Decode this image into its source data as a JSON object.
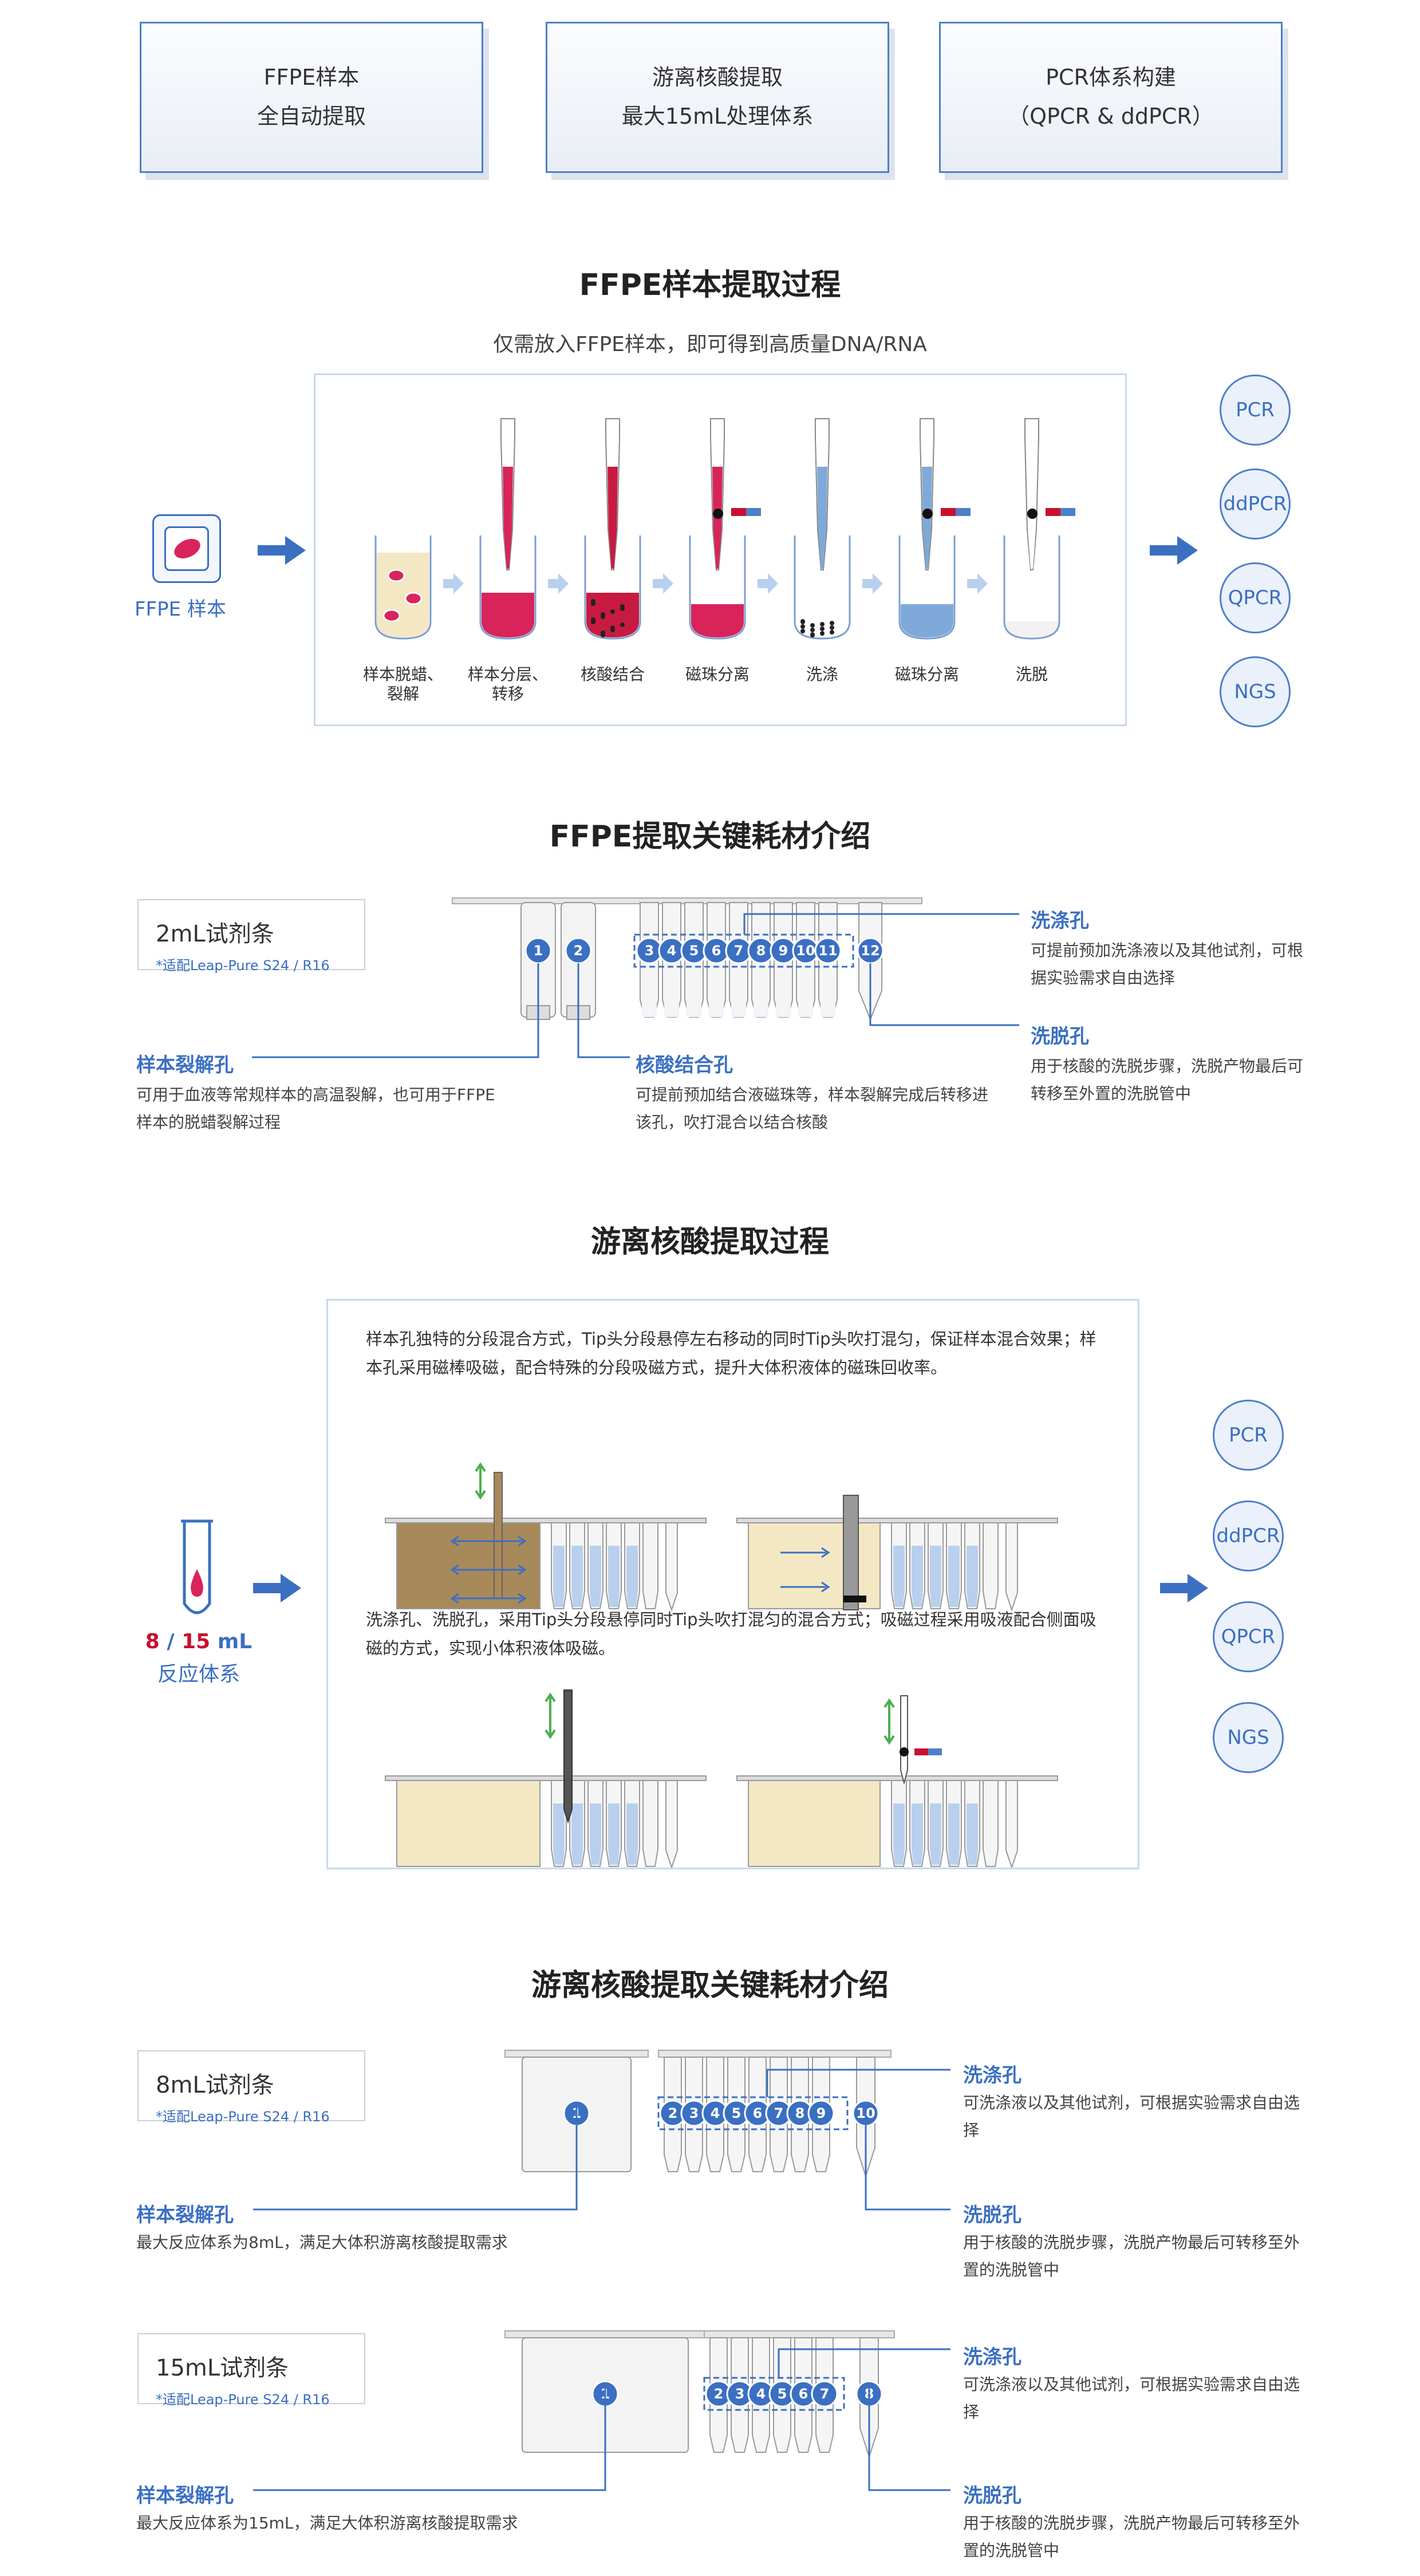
{
  "features": [
    {
      "line1": "FFPE样本",
      "line2": "全自动提取"
    },
    {
      "line1": "游离核酸提取",
      "line2": "最大15mL处理体系"
    },
    {
      "line1": "PCR体系构建",
      "line2": "（QPCR & ddPCR）"
    }
  ],
  "ffpe_process": {
    "title": "FFPE样本提取过程",
    "subtitle": "仅需放入FFPE样本，即可得到高质量DNA/RNA",
    "sample_label": "FFPE 样本",
    "steps": [
      "样本脱蜡、裂解",
      "样本分层、转移",
      "核酸结合",
      "磁珠分离",
      "洗涤",
      "磁珠分离",
      "洗脱"
    ],
    "outputs": [
      "PCR",
      "ddPCR",
      "QPCR",
      "NGS"
    ]
  },
  "ffpe_kit": {
    "title": "FFPE提取关键耗材介绍",
    "kit_name": "2mL试剂条",
    "kit_fit": "*适配Leap-Pure S24 / R16",
    "numbers": [
      "1",
      "2",
      "3",
      "4",
      "5",
      "6",
      "7",
      "8",
      "9",
      "10",
      "11",
      "12"
    ],
    "wash_title": "洗涤孔",
    "wash_desc": "可提前预加洗涤液以及其他试剂，可根据实验需求自由选择",
    "elute_title": "洗脱孔",
    "elute_desc": "用于核酸的洗脱步骤，洗脱产物最后可转移至外置的洗脱管中",
    "lysis_title": "样本裂解孔",
    "lysis_desc": "可用于血液等常规样本的高温裂解，也可用于FFPE样本的脱蜡裂解过程",
    "bind_title": "核酸结合孔",
    "bind_desc": "可提前预加结合液磁珠等，样本裂解完成后转移进该孔，吹打混合以结合核酸"
  },
  "cfna_process": {
    "title": "游离核酸提取过程",
    "desc1": "样本孔独特的分段混合方式，Tip头分段悬停左右移动的同时Tip头吹打混匀，保证样本混合效果；样本孔采用磁棒吸磁，配合特殊的分段吸磁方式，提升大体积液体的磁珠回收率。",
    "desc2": "洗涤孔、洗脱孔，采用Tip头分段悬停同时Tip头吹打混匀的混合方式；吸磁过程采用吸液配合侧面吸磁的方式，实现小体积液体吸磁。",
    "volume_a": "8",
    "volume_sep": "/",
    "volume_b": "15",
    "volume_unit": "mL",
    "volume_label": "反应体系",
    "outputs": [
      "PCR",
      "ddPCR",
      "QPCR",
      "NGS"
    ]
  },
  "cfna_kit": {
    "title": "游离核酸提取关键耗材介绍",
    "kit8": {
      "name": "8mL试剂条",
      "fit": "*适配Leap-Pure S24 / R16",
      "numbers": [
        "1",
        "2",
        "3",
        "4",
        "5",
        "6",
        "7",
        "8",
        "9",
        "10"
      ],
      "wash_title": "洗涤孔",
      "wash_desc": "可洗涤液以及其他试剂，可根据实验需求自由选择",
      "elute_title": "洗脱孔",
      "elute_desc": "用于核酸的洗脱步骤，洗脱产物最后可转移至外置的洗脱管中",
      "lysis_title": "样本裂解孔",
      "lysis_desc": "最大反应体系为8mL，满足大体积游离核酸提取需求"
    },
    "kit15": {
      "name": "15mL试剂条",
      "fit": "*适配Leap-Pure S24 / R16",
      "numbers": [
        "1",
        "2",
        "3",
        "4",
        "5",
        "6",
        "7",
        "8"
      ],
      "wash_title": "洗涤孔",
      "wash_desc": "可洗涤液以及其他试剂，可根据实验需求自由选择",
      "elute_title": "洗脱孔",
      "elute_desc": "用于核酸的洗脱步骤，洗脱产物最后可转移至外置的洗脱管中",
      "lysis_title": "样本裂解孔",
      "lysis_desc": "最大反应体系为15mL，满足大体积游离核酸提取需求"
    }
  },
  "colors": {
    "accent": "#3b6fc2",
    "sample_red": "#d8245a",
    "wash_blue": "#7fa9d9",
    "beige": "#f4e7c4",
    "brown": "#a8895a"
  }
}
